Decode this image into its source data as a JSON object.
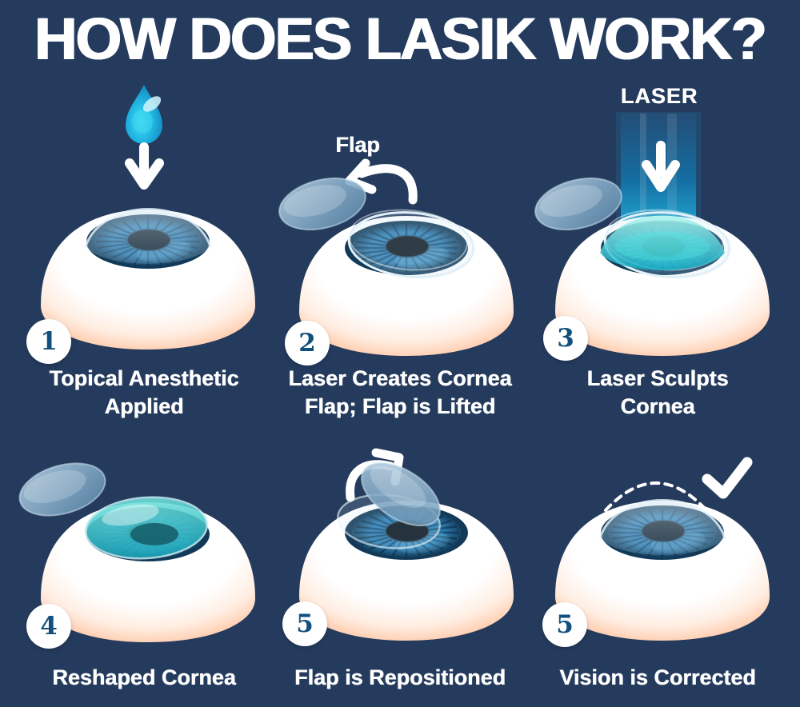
{
  "title": "HOW DOES LASIK WORK?",
  "colors": {
    "background": "#253B5D",
    "text": "#FFFFFF",
    "badge_number": "#11507C",
    "iris_blue": "#2E81B8",
    "sclera_peach": "#FF9E76",
    "drop_blue": "#22B7E3",
    "laser_cyan": "#27C3EC",
    "cornea_teal": "#2BB7C6"
  },
  "panels": [
    {
      "number": "1",
      "caption": "Topical Anesthetic\nApplied"
    },
    {
      "number": "2",
      "caption": "Laser Creates Cornea\nFlap; Flap is Lifted",
      "annotation": "Flap"
    },
    {
      "number": "3",
      "caption": "Laser Sculpts\nCornea",
      "annotation": "LASER"
    },
    {
      "number": "4",
      "caption": "Reshaped Cornea"
    },
    {
      "number": "5",
      "caption": "Flap is Repositioned"
    },
    {
      "number": "5",
      "caption": "Vision is Corrected"
    }
  ]
}
